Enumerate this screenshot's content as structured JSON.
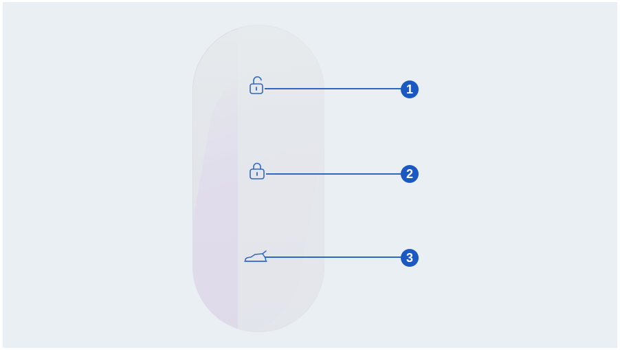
{
  "diagram": {
    "callouts": [
      {
        "number": "1",
        "icon": "unlock-icon"
      },
      {
        "number": "2",
        "icon": "lock-icon"
      },
      {
        "number": "3",
        "icon": "trunk-open-icon"
      }
    ],
    "colors": {
      "background": "#e9eff3",
      "fob": "#e4e6eb",
      "line": "#2c67c6",
      "badge": "#1c58c2"
    }
  }
}
